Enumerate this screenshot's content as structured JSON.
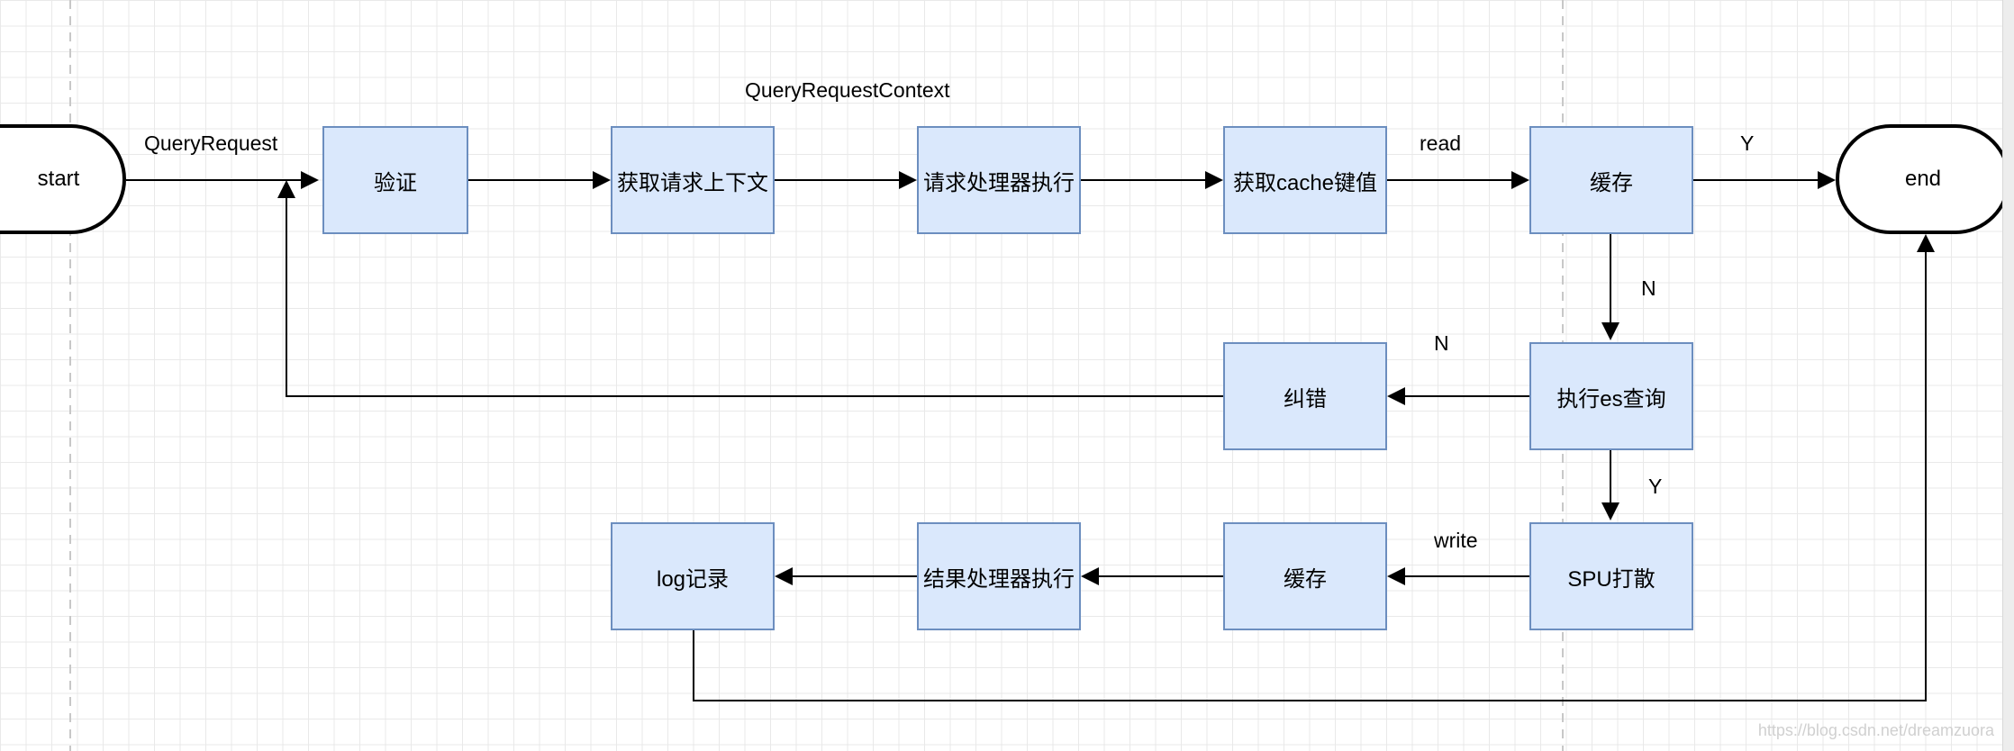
{
  "nodes": {
    "start": "start",
    "end": "end",
    "validate": "验证",
    "get_context": "获取请求上下文",
    "handler_exec": "请求处理器执行",
    "get_cache_key": "获取cache键值",
    "cache_read": "缓存",
    "es_query": "执行es查询",
    "correct": "纠错",
    "spu_scatter": "SPU打散",
    "cache_write": "缓存",
    "result_handler": "结果处理器执行",
    "log_record": "log记录"
  },
  "edge_labels": {
    "query_request": "QueryRequest",
    "query_request_context": "QueryRequestContext",
    "read": "read",
    "cache_yes": "Y",
    "cache_no": "N",
    "es_no": "N",
    "es_yes": "Y",
    "write": "write"
  },
  "watermark": "https://blog.csdn.net/dreamzuora",
  "colors": {
    "node_fill": "#dae8fc",
    "node_border": "#6c8ebf",
    "edge": "#000000"
  }
}
